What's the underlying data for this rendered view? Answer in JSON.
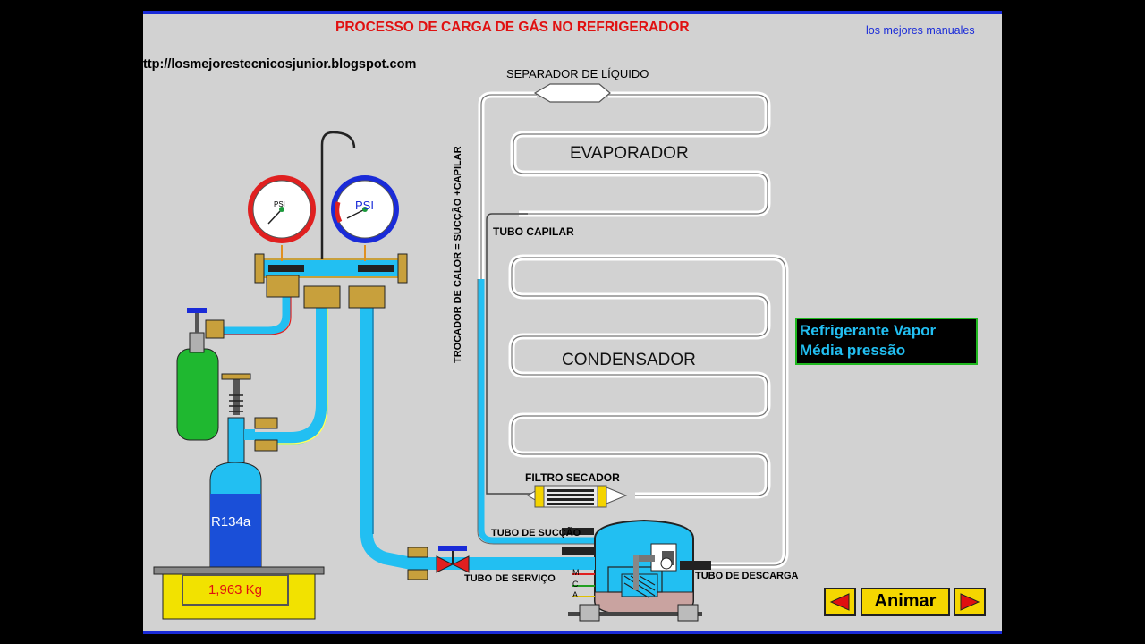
{
  "header": {
    "title": "PROCESSO DE CARGA DE GÁS NO REFRIGERADOR",
    "brand": "los mejores manuales",
    "url": "ttp://losmejorestecnicosjunior.blogspot.com"
  },
  "labels": {
    "liquid_separator": "SEPARADOR DE LÍQUIDO",
    "evaporator": "EVAPORADOR",
    "capillary_tube": "TUBO CAPILAR",
    "heat_exchanger": "TROCADOR DE CALOR = SUCÇÃO +CAPILAR",
    "condenser": "CONDENSADOR",
    "filter_dryer": "FILTRO SECADOR",
    "suction_tube": "TUBO DE SUCÇÃO",
    "service_tube": "TUBO DE SERVIÇO",
    "discharge_tube": "TUBO DE DESCARGA",
    "compressor_terminals": [
      "M",
      "C",
      "A"
    ],
    "gauge_unit": "PSI",
    "tank": "R134a"
  },
  "state": {
    "line1": "Refrigerante Vapor",
    "line2": "Média pressão"
  },
  "scale": {
    "weight": "1,963 Kg"
  },
  "controls": {
    "animate_label": "Animar"
  },
  "colors": {
    "title_red": "#e01010",
    "brand_blue": "#1a2bd8",
    "refrigerant_cyan": "#22bff2",
    "frame_yellow": "#f5d600",
    "state_border_green": "#1fb81f"
  },
  "icons": {
    "prev": "arrow-left-icon",
    "next": "arrow-right-icon"
  }
}
